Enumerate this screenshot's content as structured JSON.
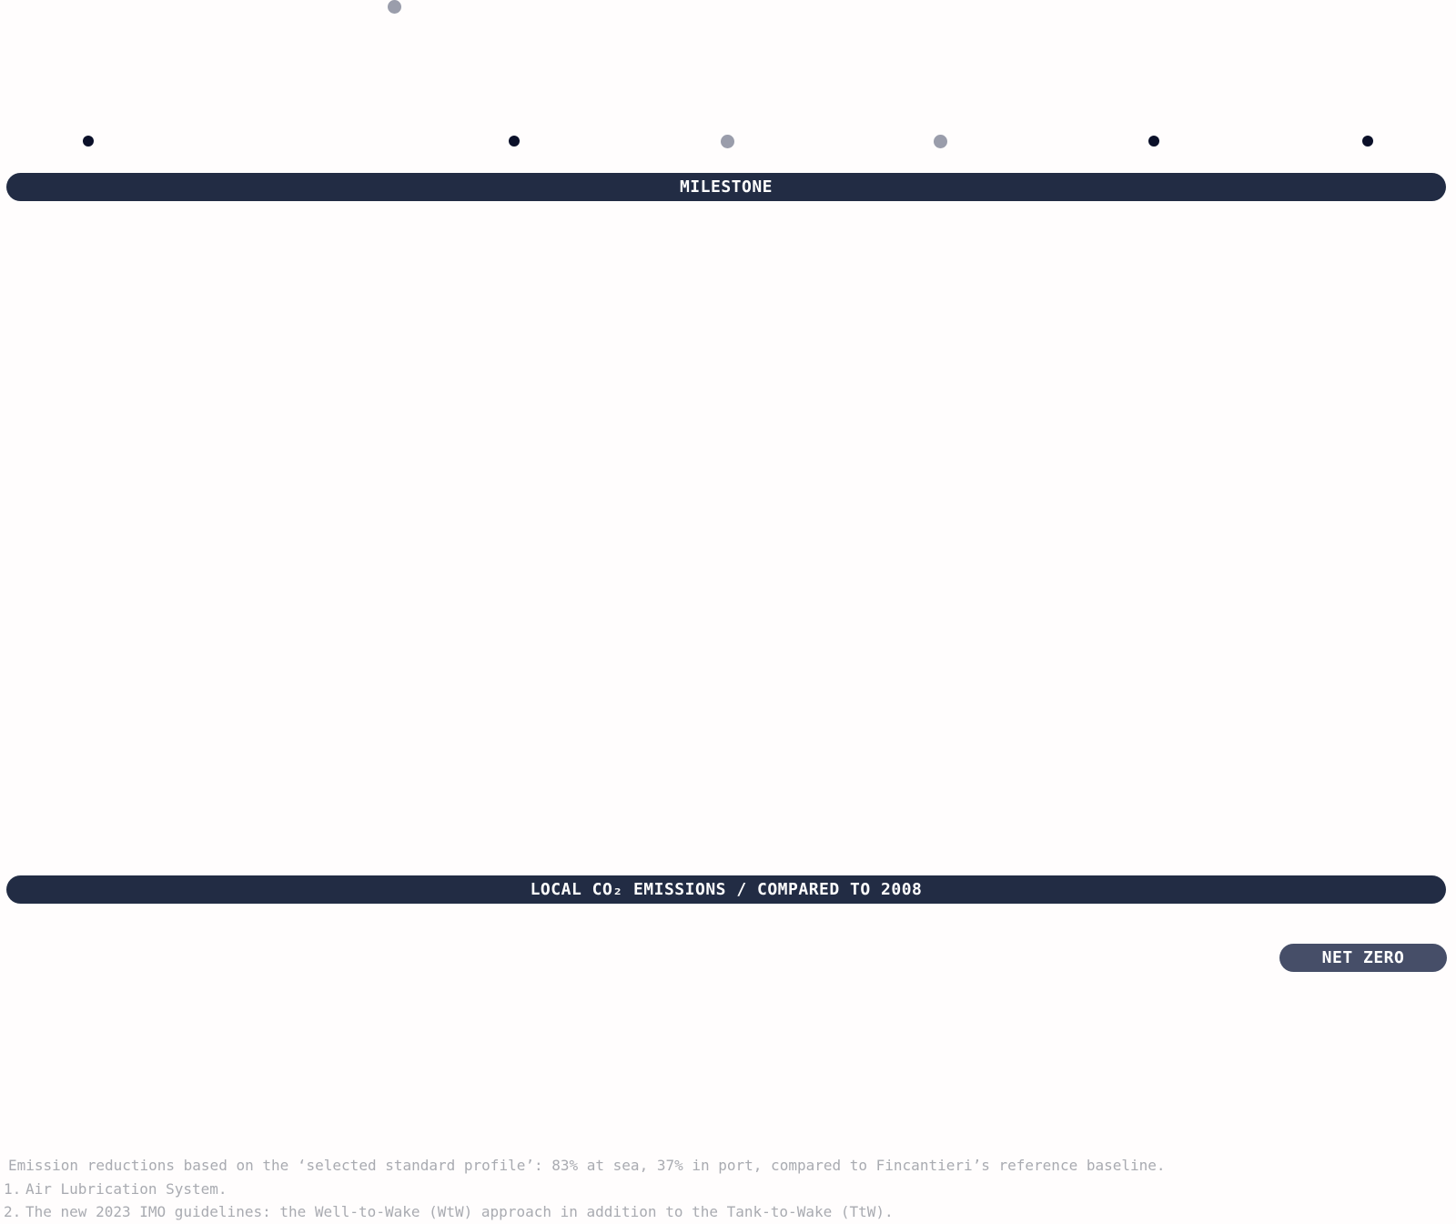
{
  "milestone_markers": [
    {
      "style": "grey"
    },
    {
      "style": "dark"
    },
    {
      "style": "dark"
    },
    {
      "style": "grey"
    },
    {
      "style": "grey"
    },
    {
      "style": "dark"
    },
    {
      "style": "dark"
    }
  ],
  "milestone_bar": {
    "label": "MILESTONE"
  },
  "emissions_bar": {
    "label": "LOCAL CO₂ EMISSIONS / COMPARED TO 2008"
  },
  "net_zero": {
    "label": "NET ZERO"
  },
  "footnotes": {
    "lead": "Emission reductions based on the ‘selected standard profile’: 83% at sea, 37% in port, compared to Fincantieri’s reference baseline.",
    "items": [
      {
        "number": "1.",
        "text": "Air Lubrication System."
      },
      {
        "number": "2.",
        "text": "The new 2023 IMO guidelines: the Well-to-Wake (WtW) approach in addition to the Tank-to-Wake (TtW)."
      }
    ]
  },
  "colors": {
    "bar": "#222c44",
    "pill": "#464e68",
    "dot_dark": "#0b1029",
    "dot_grey": "#9a9dab",
    "footnote_text": "#a9abb1"
  }
}
